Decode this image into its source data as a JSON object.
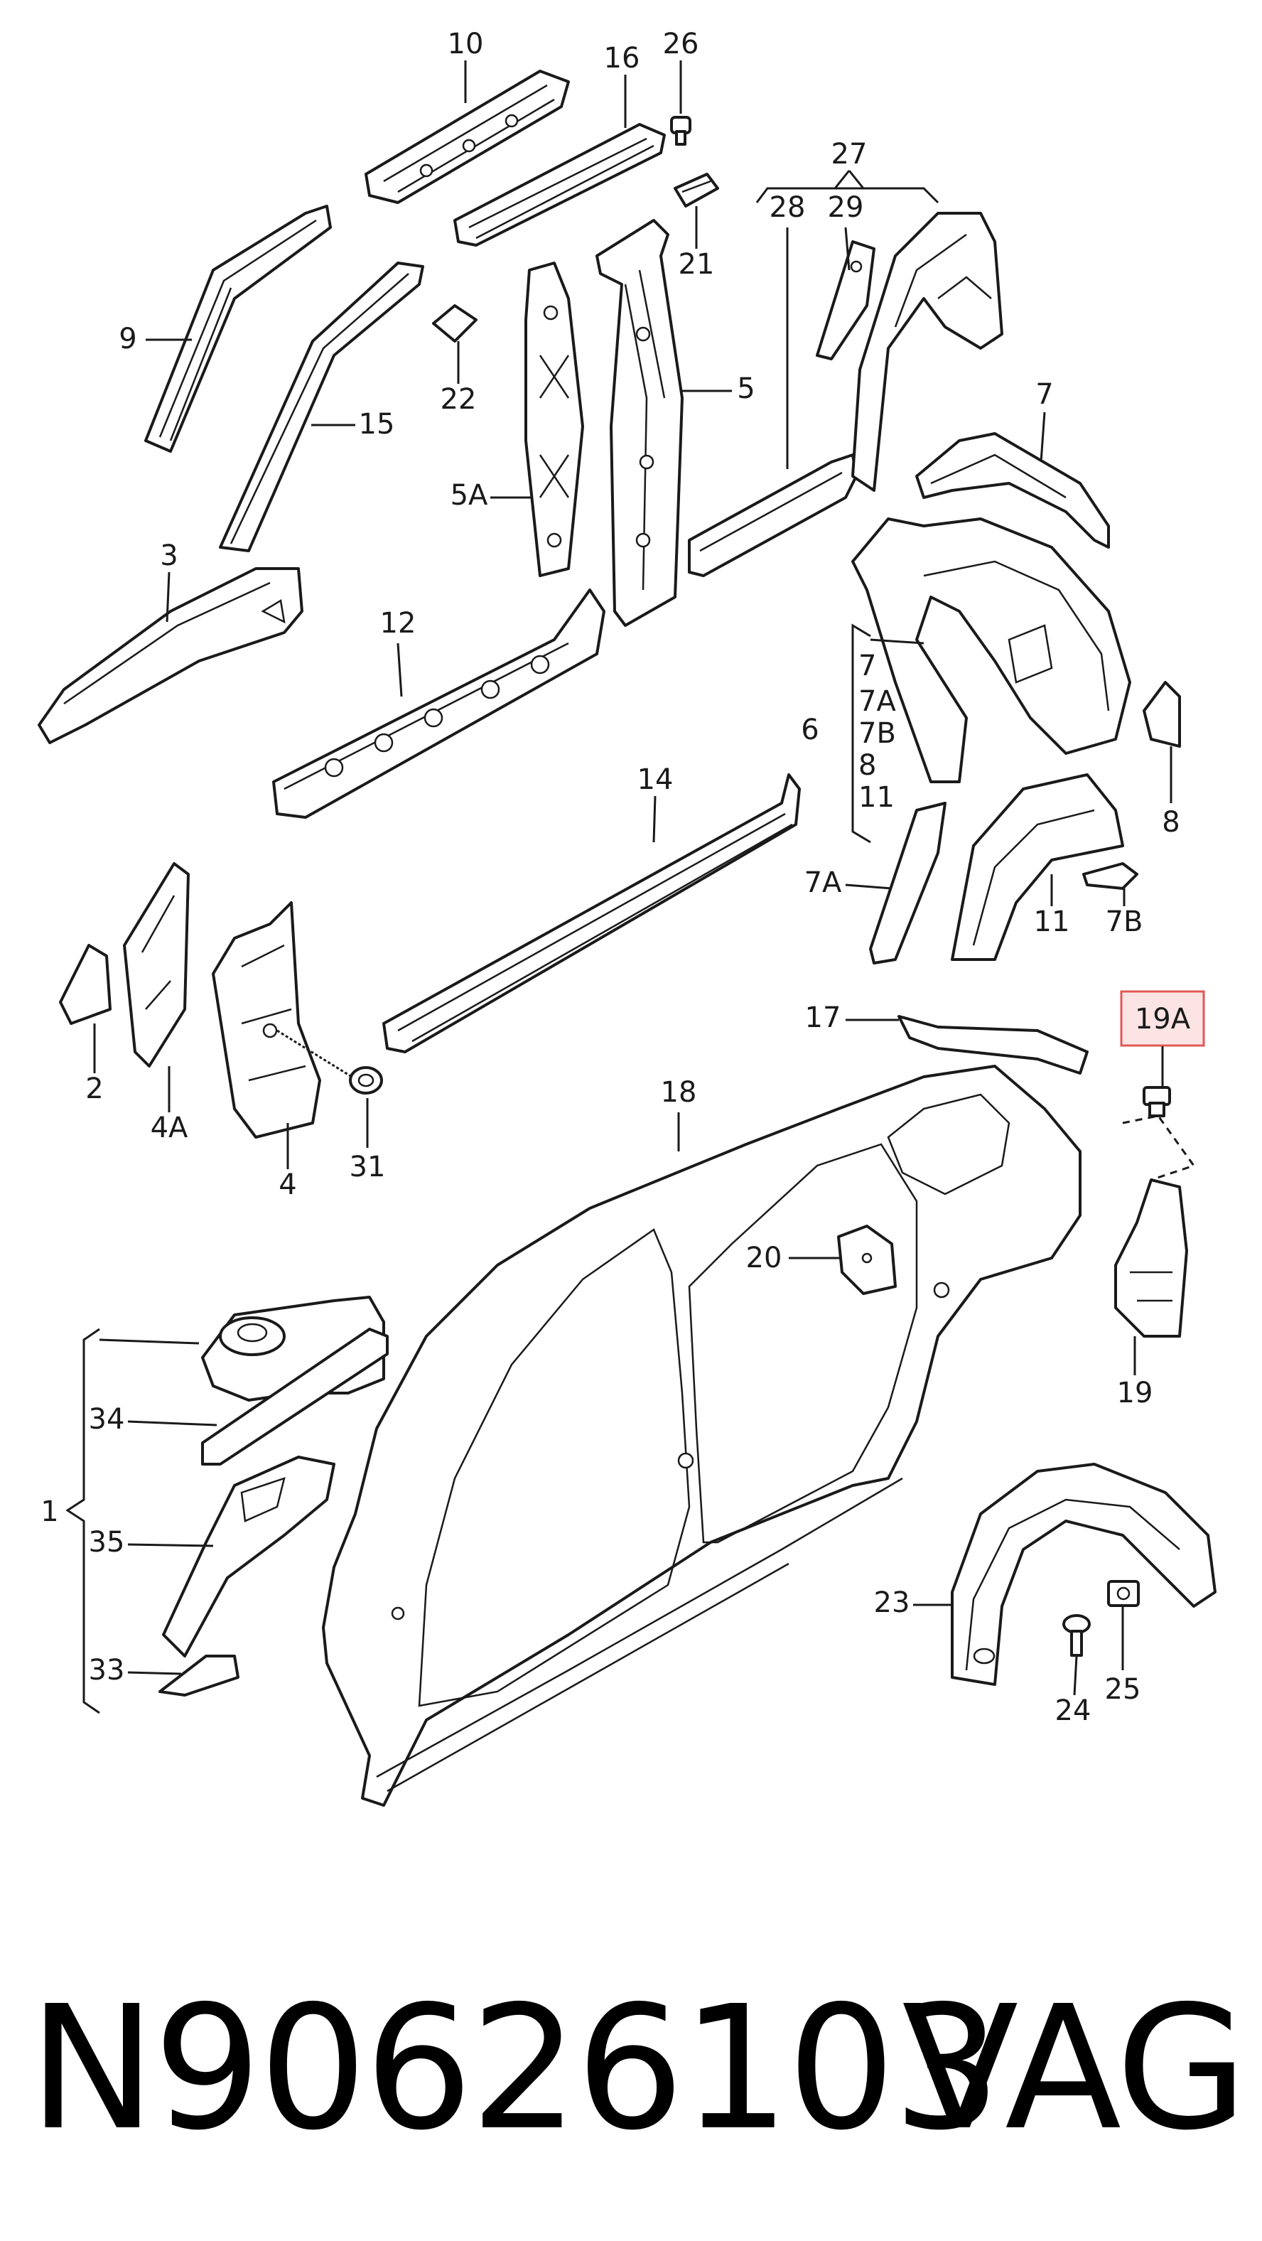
{
  "callouts": {
    "c10": "10",
    "c16": "16",
    "c26": "26",
    "c27": "27",
    "c28": "28",
    "c29": "29",
    "c21": "21",
    "c9": "9",
    "c15": "15",
    "c22": "22",
    "c5A": "5A",
    "c5": "5",
    "c7top": "7",
    "c3": "3",
    "c12": "12",
    "c6": "6",
    "c6list": [
      "7",
      "7A",
      "7B",
      "8",
      "11"
    ],
    "c14": "14",
    "c8": "8",
    "c7A": "7A",
    "c11": "11",
    "c7B": "7B",
    "c17": "17",
    "c19A": "19A",
    "c2": "2",
    "c4A": "4A",
    "c4": "4",
    "c31": "31",
    "c18": "18",
    "c20": "20",
    "c19": "19",
    "c1": "1",
    "c34": "34",
    "c35": "35",
    "c33": "33",
    "c23": "23",
    "c24": "24",
    "c25": "25"
  },
  "highlighted_callout": "19A",
  "highlight_color": "#e05858",
  "footer": {
    "part_number": "N90626103",
    "brand": "VAG"
  }
}
